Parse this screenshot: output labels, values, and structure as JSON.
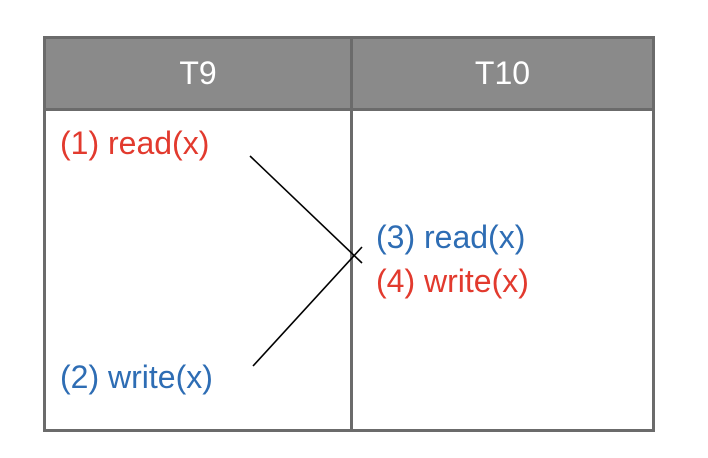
{
  "columns": {
    "left": "T9",
    "right": "T10"
  },
  "operations": {
    "op1": "(1) read(x)",
    "op2": "(2) write(x)",
    "op3": "(3) read(x)",
    "op4": "(4) write(x)"
  },
  "colors": {
    "red": "#e23a2e",
    "blue": "#2e6db4",
    "header": "#8a8a8a",
    "border": "#6b6b6b"
  }
}
